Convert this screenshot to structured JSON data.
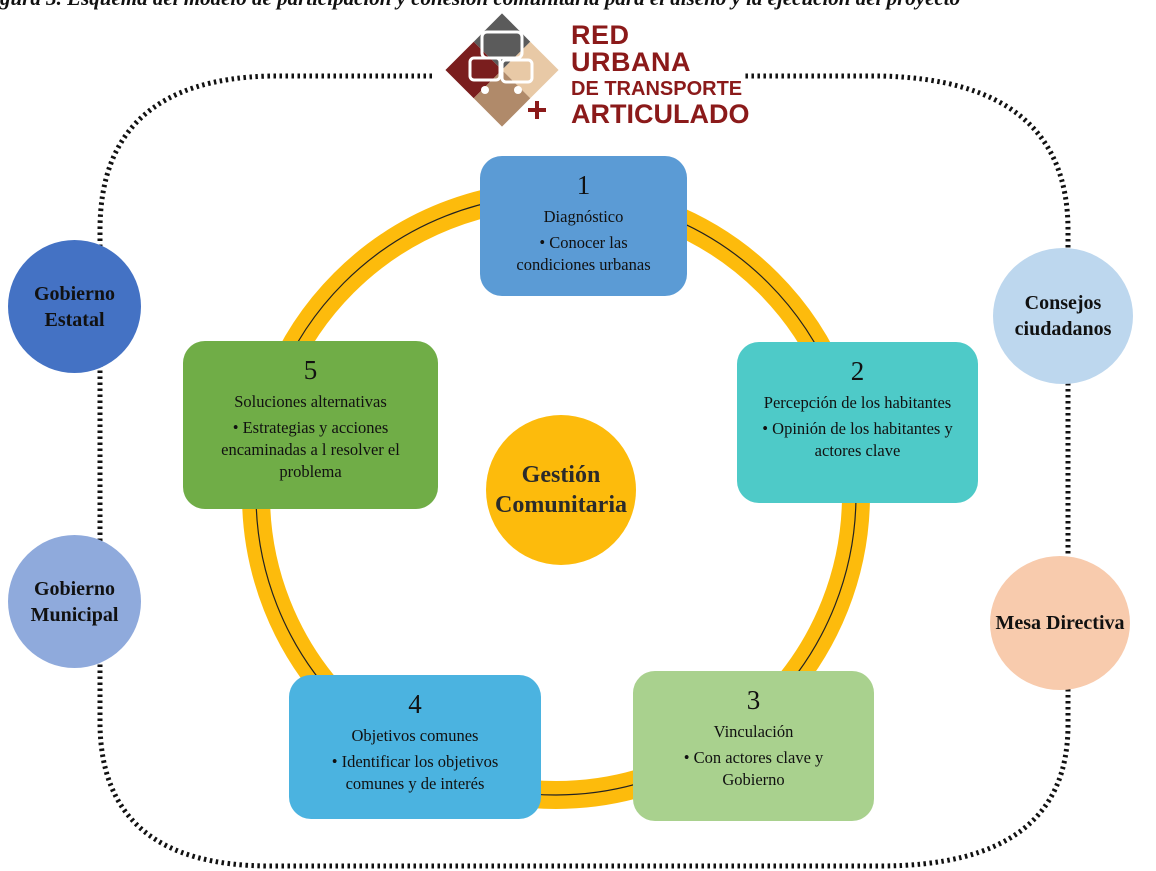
{
  "heading_fragment": "gura 3. Esquema del modelo de participación y cohesión comunitaria para el diseño y la ejecución del proyecto",
  "logo": {
    "line1": "RED URBANA",
    "line2": "DE TRANSPORTE",
    "line3": "ARTICULADO"
  },
  "center": {
    "label": "Gestión Comunitaria"
  },
  "steps": [
    {
      "number": "1",
      "title": "Diagnóstico",
      "bullet": "• Conocer las condiciones urbanas",
      "color": "#5b9bd5"
    },
    {
      "number": "2",
      "title": "Percepción de los habitantes",
      "bullet": "• Opinión de los habitantes y actores clave",
      "color": "#4ecac8"
    },
    {
      "number": "3",
      "title": "Vinculación",
      "bullet": "• Con actores clave y Gobierno",
      "color": "#a9d18e"
    },
    {
      "number": "4",
      "title": "Objetivos comunes",
      "bullet": "• Identificar los objetivos comunes y de interés",
      "color": "#4bb3e0"
    },
    {
      "number": "5",
      "title": "Soluciones alternativas",
      "bullet": "• Estrategias y acciones encaminadas a l resolver el problema",
      "color": "#70ad47"
    }
  ],
  "actors": {
    "left": [
      {
        "label": "Gobierno Estatal",
        "color": "#4472c4"
      },
      {
        "label": "Gobierno Municipal",
        "color": "#8faadc"
      }
    ],
    "right": [
      {
        "label": "Consejos ciudadanos",
        "color": "#bdd7ee"
      },
      {
        "label": "Mesa Directiva",
        "color": "#f8cbad"
      }
    ]
  },
  "colors": {
    "ring": "#fdbb0c",
    "center": "#fdbb0c",
    "dotted_border": "#111111",
    "logo_text": "#8b1a1a"
  }
}
